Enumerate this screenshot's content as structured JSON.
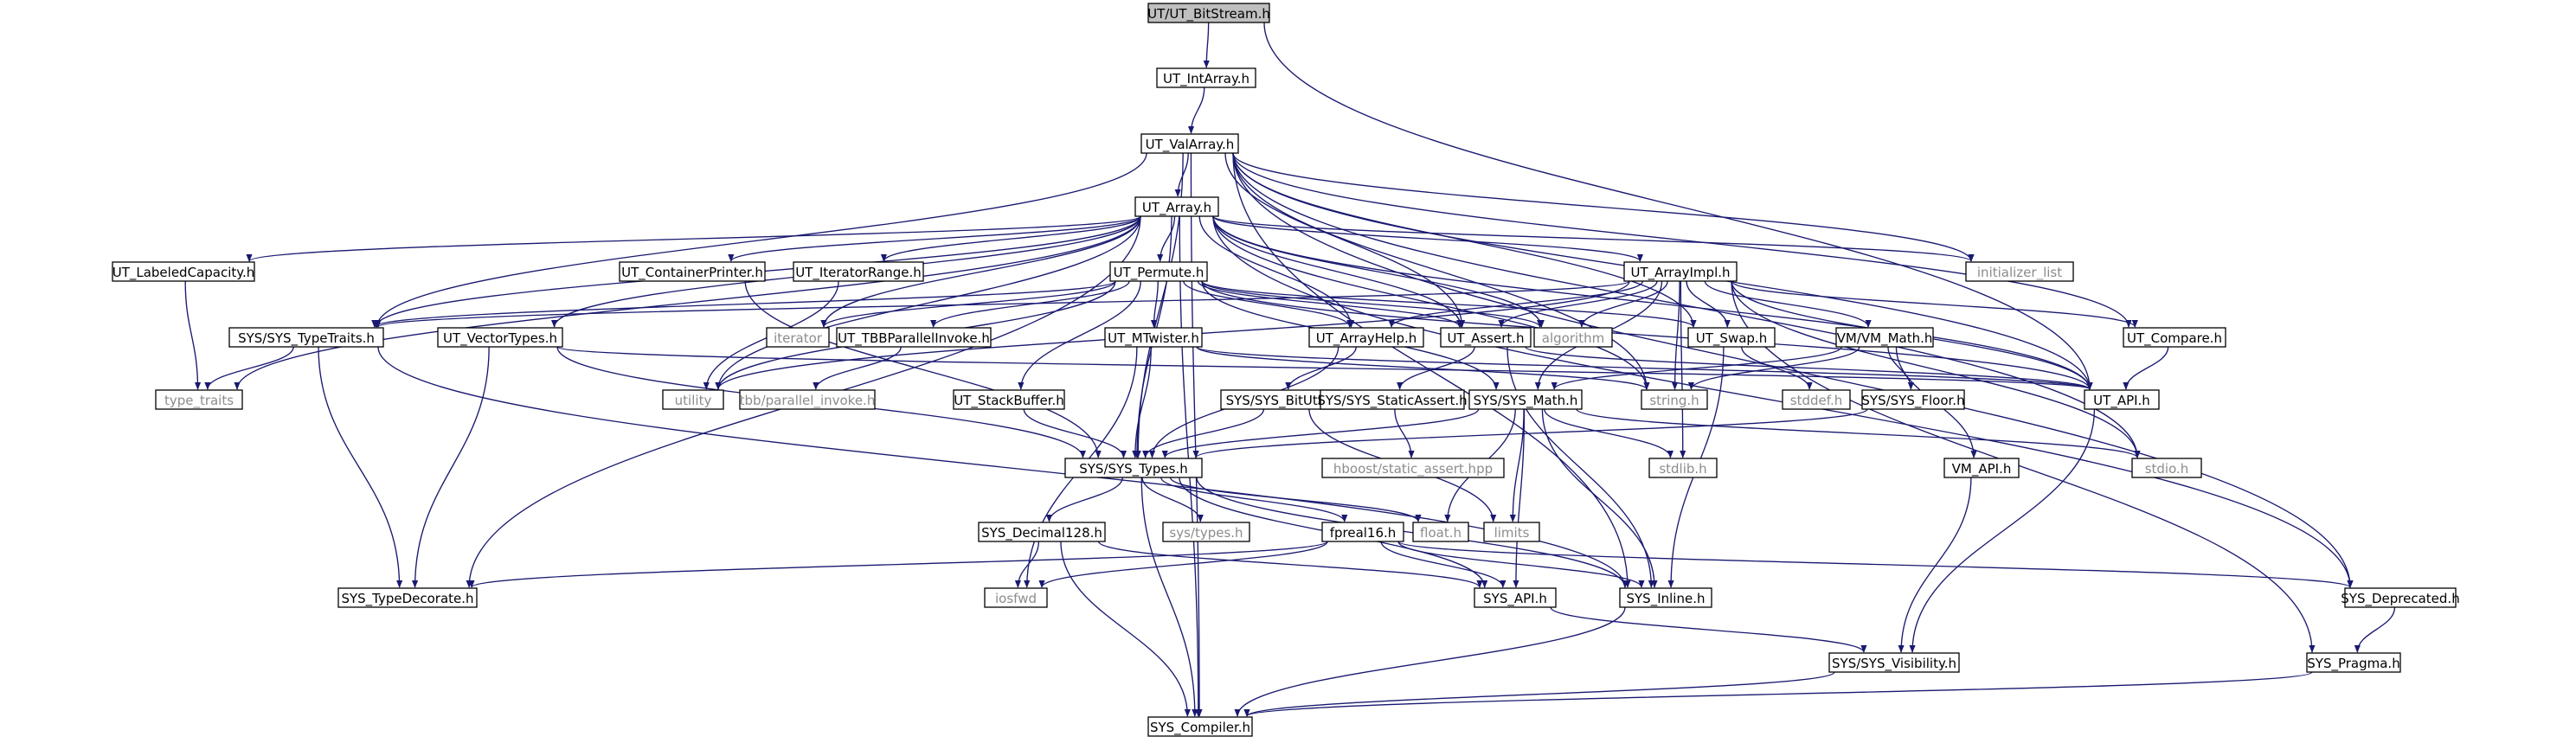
{
  "diagram": {
    "title": "",
    "colors": {
      "edge": "#191970",
      "node_fill": "#ffffff",
      "root_fill": "#bfbfbf",
      "border_normal": "#000000",
      "border_truncated": "#ff0000",
      "border_system": "#bfbfbf",
      "system_text": "#8c8c8c"
    },
    "nodes": [
      {
        "id": "n0",
        "label": "UT/UT_BitStream.h",
        "kind": "root"
      },
      {
        "id": "n1",
        "label": "UT_IntArray.h",
        "kind": "normal"
      },
      {
        "id": "n2",
        "label": "UT_ValArray.h",
        "kind": "normal"
      },
      {
        "id": "n3",
        "label": "UT_Array.h",
        "kind": "normal"
      },
      {
        "id": "n4",
        "label": "initializer_list",
        "kind": "system"
      },
      {
        "id": "n5",
        "label": "UT_LabeledCapacity.h",
        "kind": "normal"
      },
      {
        "id": "n6",
        "label": "UT_ContainerPrinter.h",
        "kind": "normal"
      },
      {
        "id": "n7",
        "label": "UT_IteratorRange.h",
        "kind": "normal"
      },
      {
        "id": "n8",
        "label": "UT_Permute.h",
        "kind": "normal"
      },
      {
        "id": "n9",
        "label": "UT_ArrayImpl.h",
        "kind": "normal"
      },
      {
        "id": "n10",
        "label": "SYS/SYS_TypeTraits.h",
        "kind": "normal"
      },
      {
        "id": "n11",
        "label": "UT_VectorTypes.h",
        "kind": "normal"
      },
      {
        "id": "n12",
        "label": "iterator",
        "kind": "system"
      },
      {
        "id": "n13",
        "label": "UT_TBBParallelInvoke.h",
        "kind": "normal"
      },
      {
        "id": "n14",
        "label": "UT_MTwister.h",
        "kind": "normal"
      },
      {
        "id": "n15",
        "label": "UT_ArrayHelp.h",
        "kind": "normal"
      },
      {
        "id": "n16",
        "label": "UT_Assert.h",
        "kind": "normal"
      },
      {
        "id": "n17",
        "label": "algorithm",
        "kind": "system"
      },
      {
        "id": "n18",
        "label": "UT_Swap.h",
        "kind": "normal"
      },
      {
        "id": "n19",
        "label": "VM/VM_Math.h",
        "kind": "truncated"
      },
      {
        "id": "n20",
        "label": "UT_Compare.h",
        "kind": "normal"
      },
      {
        "id": "n21",
        "label": "type_traits",
        "kind": "system"
      },
      {
        "id": "n22",
        "label": "utility",
        "kind": "system"
      },
      {
        "id": "n23",
        "label": "tbb/parallel_invoke.h",
        "kind": "system"
      },
      {
        "id": "n24",
        "label": "string.h",
        "kind": "system"
      },
      {
        "id": "n25",
        "label": "stddef.h",
        "kind": "system"
      },
      {
        "id": "n26",
        "label": "UT_API.h",
        "kind": "normal"
      },
      {
        "id": "n27",
        "label": "UT_StackBuffer.h",
        "kind": "normal"
      },
      {
        "id": "n28",
        "label": "SYS/SYS_BitUtil.h",
        "kind": "normal"
      },
      {
        "id": "n29",
        "label": "SYS/SYS_StaticAssert.h",
        "kind": "normal"
      },
      {
        "id": "n30",
        "label": "SYS/SYS_Math.h",
        "kind": "truncated"
      },
      {
        "id": "n31",
        "label": "SYS/SYS_Floor.h",
        "kind": "truncated"
      },
      {
        "id": "n32",
        "label": "hboost/static_assert.hpp",
        "kind": "system"
      },
      {
        "id": "n33",
        "label": "stdlib.h",
        "kind": "system"
      },
      {
        "id": "n34",
        "label": "VM_API.h",
        "kind": "normal"
      },
      {
        "id": "n35",
        "label": "stdio.h",
        "kind": "system"
      },
      {
        "id": "n36",
        "label": "SYS/SYS_Types.h",
        "kind": "normal"
      },
      {
        "id": "n37",
        "label": "sys/types.h",
        "kind": "system"
      },
      {
        "id": "n38",
        "label": "fpreal16.h",
        "kind": "normal"
      },
      {
        "id": "n39",
        "label": "float.h",
        "kind": "system"
      },
      {
        "id": "n40",
        "label": "limits",
        "kind": "system"
      },
      {
        "id": "n41",
        "label": "SYS_Decimal128.h",
        "kind": "normal"
      },
      {
        "id": "n42",
        "label": "SYS_TypeDecorate.h",
        "kind": "normal"
      },
      {
        "id": "n43",
        "label": "iosfwd",
        "kind": "system"
      },
      {
        "id": "n44",
        "label": "SYS_API.h",
        "kind": "normal"
      },
      {
        "id": "n45",
        "label": "SYS_Inline.h",
        "kind": "normal"
      },
      {
        "id": "n46",
        "label": "SYS_Deprecated.h",
        "kind": "normal"
      },
      {
        "id": "n47",
        "label": "SYS/SYS_Visibility.h",
        "kind": "normal"
      },
      {
        "id": "n48",
        "label": "SYS_Pragma.h",
        "kind": "normal"
      },
      {
        "id": "n49",
        "label": "SYS_Compiler.h",
        "kind": "normal"
      }
    ],
    "edges": [
      [
        "n0",
        "n1"
      ],
      [
        "n0",
        "n26"
      ],
      [
        "n1",
        "n2"
      ],
      [
        "n2",
        "n3"
      ],
      [
        "n2",
        "n4"
      ],
      [
        "n2",
        "n10"
      ],
      [
        "n2",
        "n16"
      ],
      [
        "n2",
        "n18"
      ],
      [
        "n2",
        "n20"
      ],
      [
        "n2",
        "n24"
      ],
      [
        "n2",
        "n26"
      ],
      [
        "n2",
        "n35"
      ],
      [
        "n2",
        "n36"
      ],
      [
        "n2",
        "n45"
      ],
      [
        "n2",
        "n46"
      ],
      [
        "n2",
        "n49"
      ],
      [
        "n3",
        "n4"
      ],
      [
        "n3",
        "n5"
      ],
      [
        "n3",
        "n6"
      ],
      [
        "n3",
        "n7"
      ],
      [
        "n3",
        "n8"
      ],
      [
        "n3",
        "n9"
      ],
      [
        "n3",
        "n10"
      ],
      [
        "n3",
        "n11"
      ],
      [
        "n3",
        "n12"
      ],
      [
        "n3",
        "n15"
      ],
      [
        "n3",
        "n16"
      ],
      [
        "n3",
        "n17"
      ],
      [
        "n3",
        "n21"
      ],
      [
        "n3",
        "n22"
      ],
      [
        "n3",
        "n24"
      ],
      [
        "n3",
        "n26"
      ],
      [
        "n3",
        "n36"
      ],
      [
        "n3",
        "n42"
      ],
      [
        "n3",
        "n46"
      ],
      [
        "n3",
        "n49"
      ],
      [
        "n5",
        "n21"
      ],
      [
        "n6",
        "n36"
      ],
      [
        "n7",
        "n22"
      ],
      [
        "n8",
        "n10"
      ],
      [
        "n8",
        "n12"
      ],
      [
        "n8",
        "n13"
      ],
      [
        "n8",
        "n14"
      ],
      [
        "n8",
        "n15"
      ],
      [
        "n8",
        "n16"
      ],
      [
        "n8",
        "n17"
      ],
      [
        "n8",
        "n18"
      ],
      [
        "n8",
        "n22"
      ],
      [
        "n8",
        "n26"
      ],
      [
        "n8",
        "n27"
      ],
      [
        "n8",
        "n30"
      ],
      [
        "n9",
        "n10"
      ],
      [
        "n9",
        "n15"
      ],
      [
        "n9",
        "n16"
      ],
      [
        "n9",
        "n17"
      ],
      [
        "n9",
        "n18"
      ],
      [
        "n9",
        "n19"
      ],
      [
        "n9",
        "n20"
      ],
      [
        "n9",
        "n22"
      ],
      [
        "n9",
        "n24"
      ],
      [
        "n9",
        "n26"
      ],
      [
        "n9",
        "n30"
      ],
      [
        "n9",
        "n33"
      ],
      [
        "n9",
        "n35"
      ],
      [
        "n9",
        "n48"
      ],
      [
        "n10",
        "n21"
      ],
      [
        "n10",
        "n42"
      ],
      [
        "n10",
        "n45"
      ],
      [
        "n11",
        "n26"
      ],
      [
        "n11",
        "n36"
      ],
      [
        "n11",
        "n42"
      ],
      [
        "n13",
        "n23"
      ],
      [
        "n14",
        "n24"
      ],
      [
        "n14",
        "n26"
      ],
      [
        "n14",
        "n36"
      ],
      [
        "n14",
        "n43"
      ],
      [
        "n15",
        "n28"
      ],
      [
        "n15",
        "n36"
      ],
      [
        "n16",
        "n26"
      ],
      [
        "n16",
        "n29"
      ],
      [
        "n16",
        "n45"
      ],
      [
        "n18",
        "n25"
      ],
      [
        "n18",
        "n45"
      ],
      [
        "n19",
        "n24"
      ],
      [
        "n19",
        "n30"
      ],
      [
        "n19",
        "n31"
      ],
      [
        "n19",
        "n34"
      ],
      [
        "n20",
        "n26"
      ],
      [
        "n26",
        "n47"
      ],
      [
        "n27",
        "n36"
      ],
      [
        "n28",
        "n36"
      ],
      [
        "n28",
        "n40"
      ],
      [
        "n29",
        "n32"
      ],
      [
        "n30",
        "n33"
      ],
      [
        "n30",
        "n35"
      ],
      [
        "n30",
        "n36"
      ],
      [
        "n30",
        "n39"
      ],
      [
        "n30",
        "n40"
      ],
      [
        "n30",
        "n44"
      ],
      [
        "n30",
        "n45"
      ],
      [
        "n31",
        "n36"
      ],
      [
        "n34",
        "n47"
      ],
      [
        "n36",
        "n37"
      ],
      [
        "n36",
        "n38"
      ],
      [
        "n36",
        "n39"
      ],
      [
        "n36",
        "n41"
      ],
      [
        "n36",
        "n44"
      ],
      [
        "n36",
        "n45"
      ],
      [
        "n36",
        "n49"
      ],
      [
        "n38",
        "n42"
      ],
      [
        "n38",
        "n43"
      ],
      [
        "n38",
        "n44"
      ],
      [
        "n38",
        "n45"
      ],
      [
        "n38",
        "n46"
      ],
      [
        "n41",
        "n43"
      ],
      [
        "n41",
        "n44"
      ],
      [
        "n41",
        "n49"
      ],
      [
        "n44",
        "n47"
      ],
      [
        "n45",
        "n49"
      ],
      [
        "n46",
        "n48"
      ],
      [
        "n47",
        "n49"
      ],
      [
        "n48",
        "n49"
      ]
    ]
  }
}
